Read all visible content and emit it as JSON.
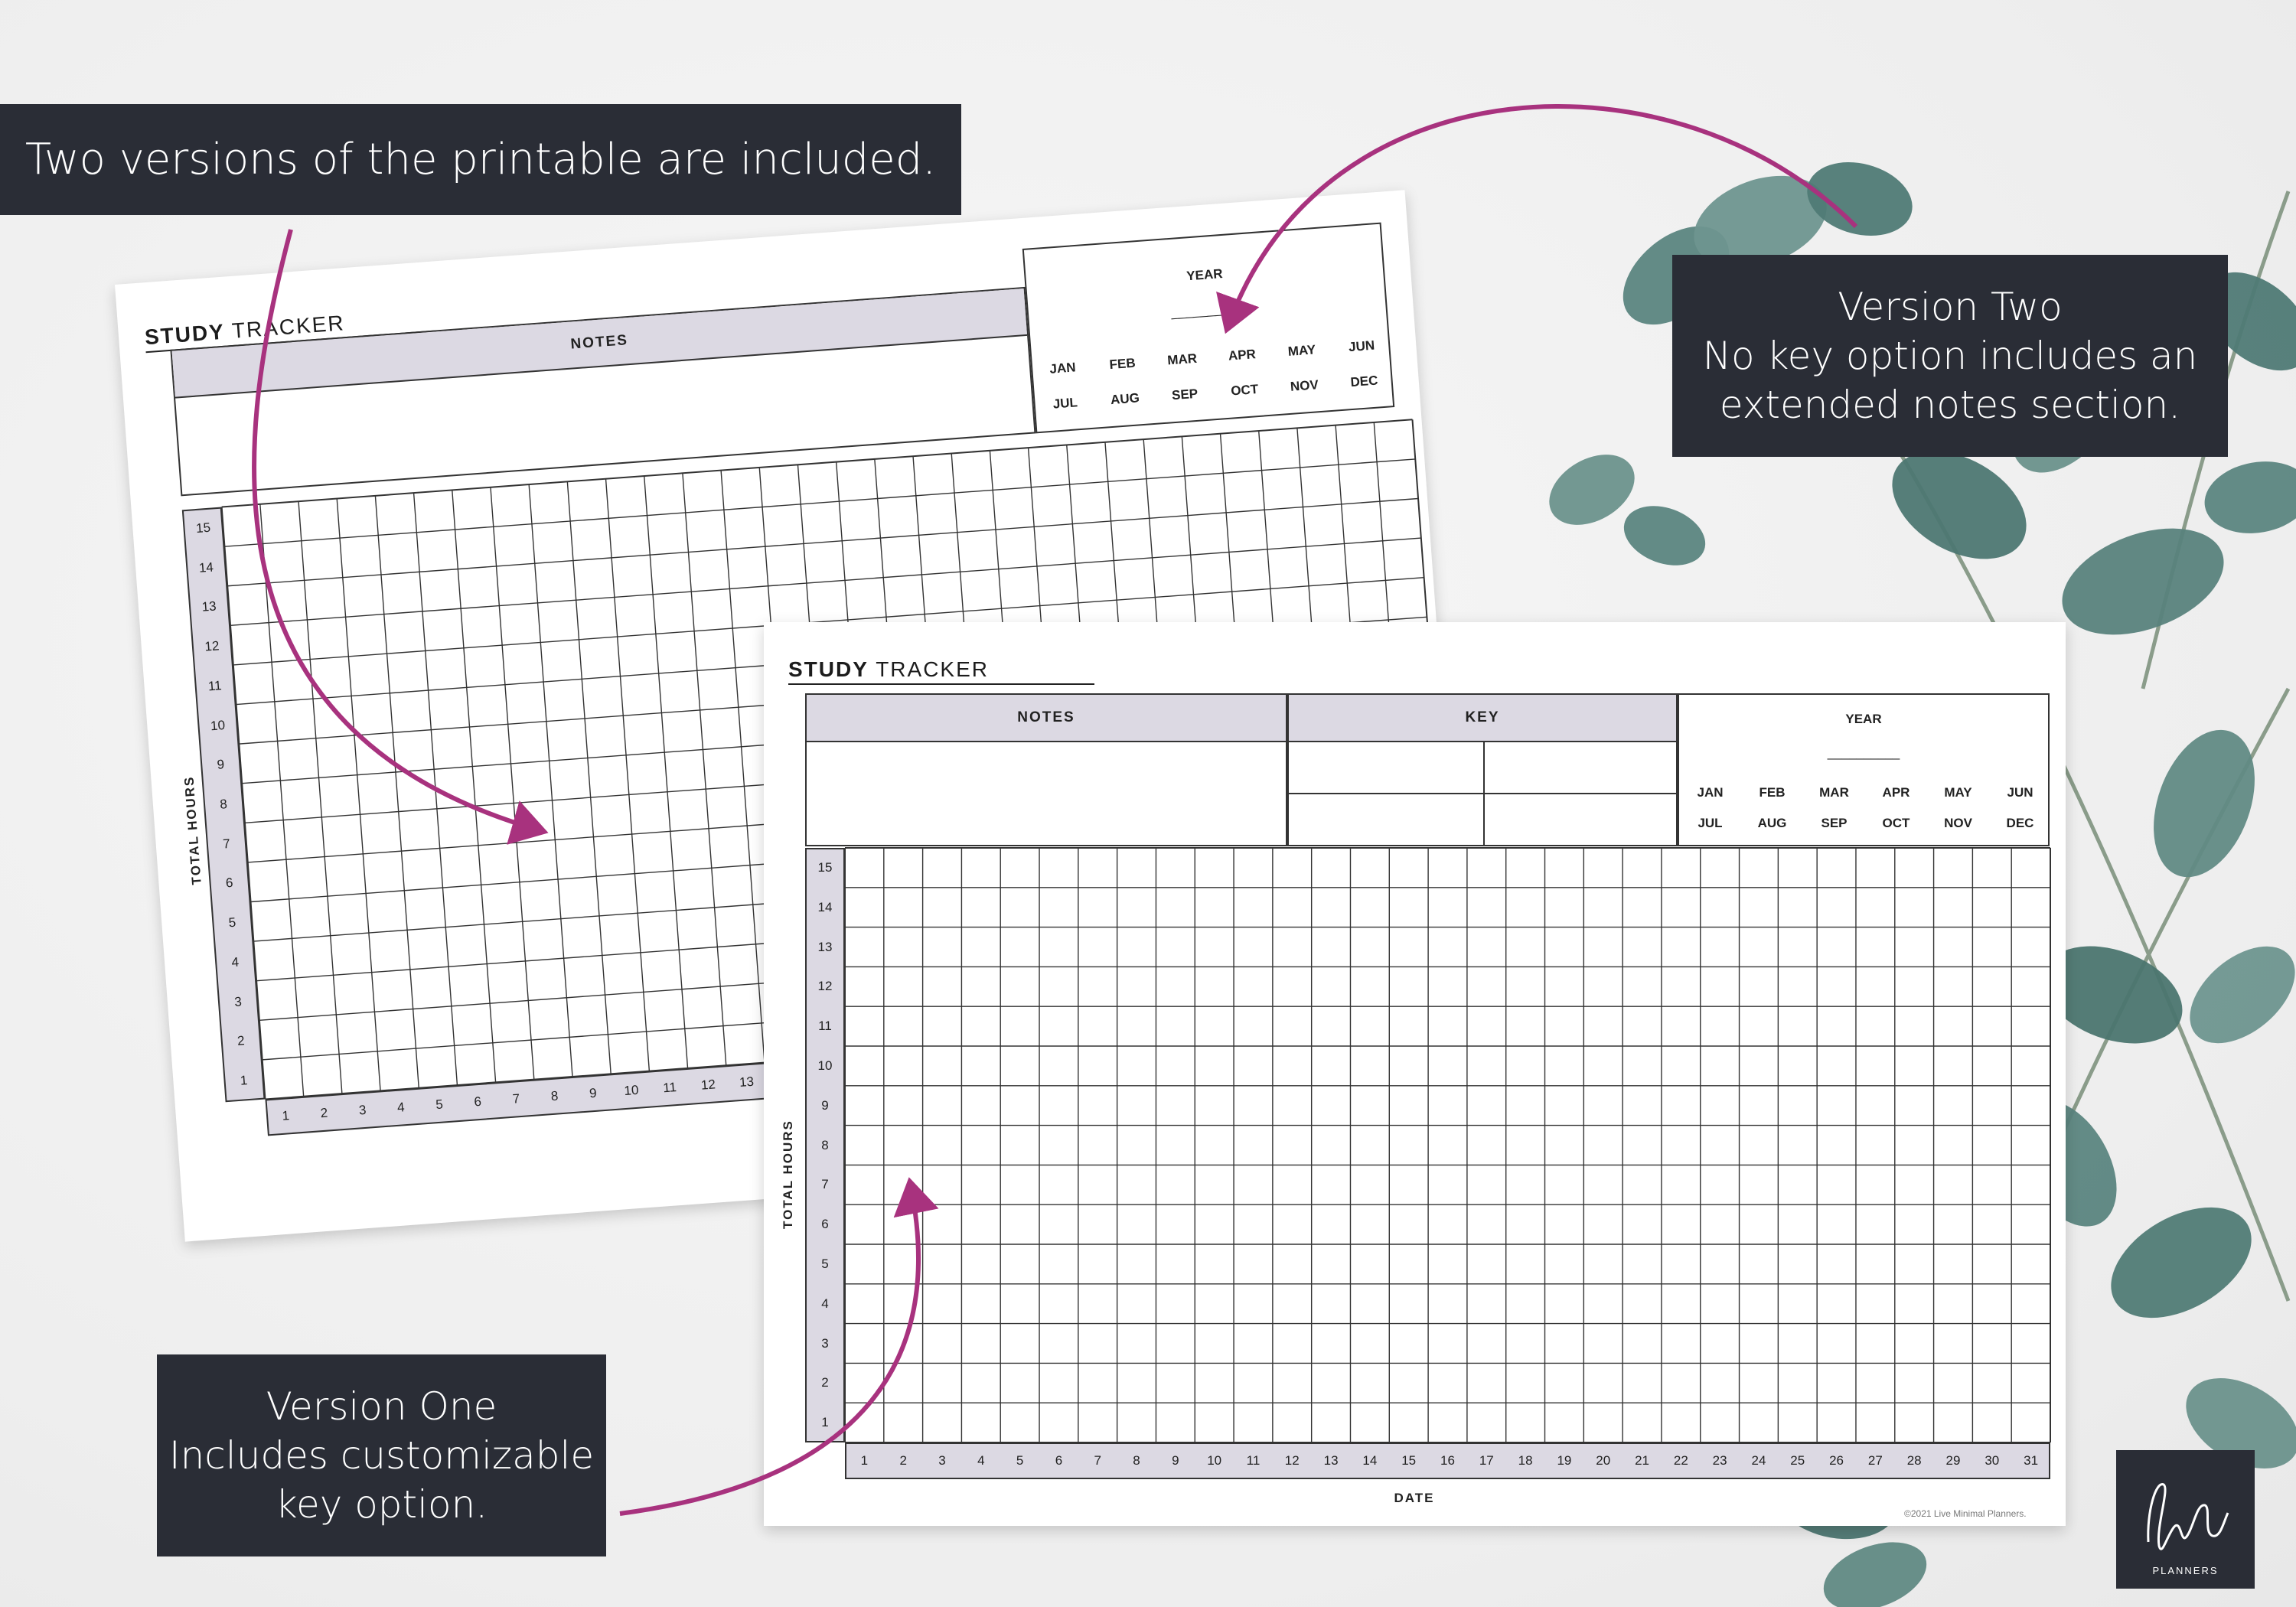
{
  "captions": {
    "top": [
      "Two versions of the printable are included."
    ],
    "right": [
      "Version Two",
      "No key option includes an",
      "extended notes section."
    ],
    "left": [
      "Version One",
      "Includes customizable",
      "key option."
    ]
  },
  "tracker": {
    "title_bold": "STUDY",
    "title_rest": "TRACKER",
    "notes_label": "NOTES",
    "key_label": "KEY",
    "year_label": "YEAR",
    "year_blank": "__________",
    "months_top": [
      "JAN",
      "FEB",
      "MAR",
      "APR",
      "MAY",
      "JUN"
    ],
    "months_bottom": [
      "JUL",
      "AUG",
      "SEP",
      "OCT",
      "NOV",
      "DEC"
    ],
    "y_axis_label": "TOTAL HOURS",
    "x_axis_label": "DATE",
    "hours": [
      "15",
      "14",
      "13",
      "12",
      "11",
      "10",
      "9",
      "8",
      "7",
      "6",
      "5",
      "4",
      "3",
      "2",
      "1"
    ],
    "dates": [
      "1",
      "2",
      "3",
      "4",
      "5",
      "6",
      "7",
      "8",
      "9",
      "10",
      "11",
      "12",
      "13",
      "14",
      "15",
      "16",
      "17",
      "18",
      "19",
      "20",
      "21",
      "22",
      "23",
      "24",
      "25",
      "26",
      "27",
      "28",
      "29",
      "30",
      "31"
    ],
    "back_visible_dates": [
      "1",
      "2",
      "3",
      "4",
      "5",
      "6",
      "7",
      "8",
      "9",
      "10",
      "11",
      "12",
      "13"
    ],
    "copyright": "©2021 Live Minimal Planners."
  },
  "brand": {
    "logo_text": "PLANNERS"
  },
  "colors": {
    "accent": "#a8327e",
    "caption_bg": "#2a2d36",
    "band": "#dcd9e3",
    "leaf": "#5f8a84"
  }
}
